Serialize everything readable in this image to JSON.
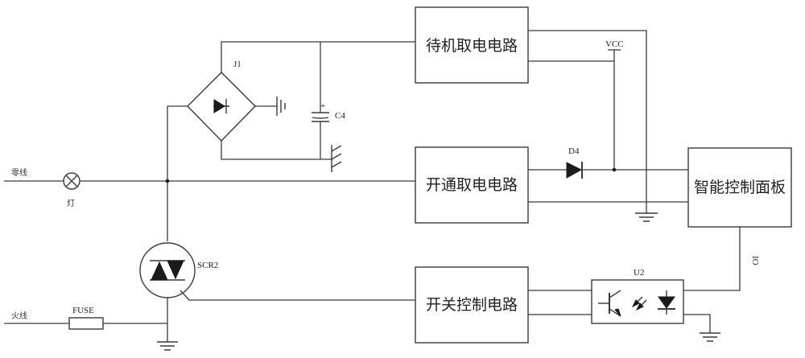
{
  "blocks": {
    "standby": "待机取电电路",
    "onstate": "开通取电电路",
    "switchctl": "开关控制电路",
    "panel": "智能控制面板"
  },
  "labels": {
    "neutral": "零线",
    "live": "火线",
    "lamp": "灯",
    "fuse": "FUSE",
    "j1": "J1",
    "c4": "C4",
    "c4_plus": "+",
    "vcc": "VCC",
    "d4": "D4",
    "scr2": "SCR2",
    "u2": "U2",
    "io": "IO"
  },
  "colors": {
    "line": "#3a3a3a",
    "text": "#222222"
  }
}
